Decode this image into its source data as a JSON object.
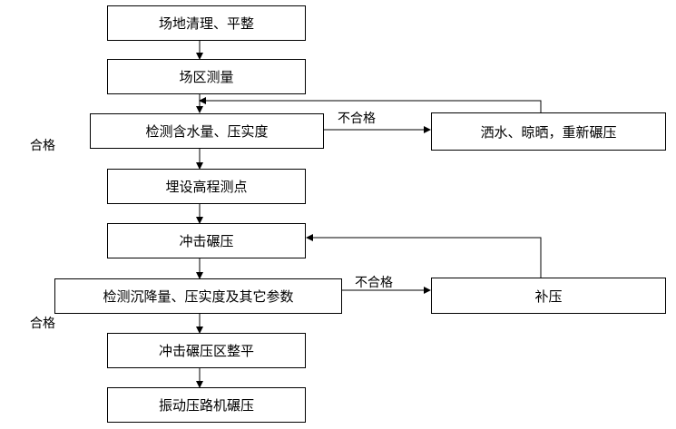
{
  "flow": {
    "step1": "场地清理、平整",
    "step2": "场区测量",
    "step3": "检测含水量、压实度",
    "step4": "埋设高程测点",
    "step5": "冲击碾压",
    "step6": "检测沉降量、压实度及其它参数",
    "step7": "冲击碾压区整平",
    "step8": "振动压路机碾压",
    "rework1": "洒水、晾晒，重新碾压",
    "rework2": "补压"
  },
  "labels": {
    "fail1": "不合格",
    "pass1": "合格",
    "fail2": "不合格",
    "pass2": "合格"
  }
}
